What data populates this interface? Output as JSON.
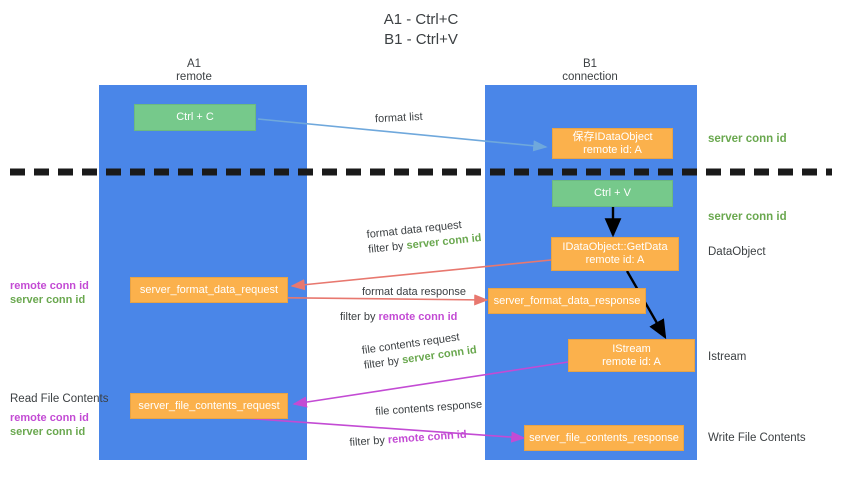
{
  "title": {
    "line1": "A1 - Ctrl+C",
    "line2": "B1 - Ctrl+V"
  },
  "columns": [
    {
      "name": "A1",
      "sub": "remote"
    },
    {
      "name": "B1",
      "sub": "connection"
    }
  ],
  "nodes": {
    "ctrl_c": {
      "label": "Ctrl + C"
    },
    "ctrl_v": {
      "label": "Ctrl + V"
    },
    "save_dataobject": {
      "line1": "保存IDataObject",
      "line2": "remote id: A"
    },
    "getdata": {
      "line1": "IDataObject::GetData",
      "line2": "remote id: A"
    },
    "istream": {
      "line1": "IStream",
      "line2": "remote id: A"
    },
    "server_format_data_request": {
      "label": "server_format_data_request"
    },
    "server_format_data_response": {
      "label": "server_format_data_response"
    },
    "server_file_contents_request": {
      "label": "server_file_contents_request"
    },
    "server_file_contents_response": {
      "label": "server_file_contents_response"
    }
  },
  "right_labels": {
    "server_conn_id_1": "server conn id",
    "server_conn_id_2": "server conn id",
    "dataobject": "DataObject",
    "istream": "Istream",
    "write_file_contents": "Write File Contents"
  },
  "left_labels": {
    "read_file_contents": "Read File Contents",
    "remote_conn_id_1": "remote conn id",
    "server_conn_id_1": "server conn id",
    "remote_conn_id_2": "remote conn id",
    "server_conn_id_2": "server conn id"
  },
  "edge_labels": {
    "format_list": "format list",
    "format_data_request": "format data request",
    "format_data_request_filter_prefix": "filter by ",
    "format_data_request_filter_value": "server conn id",
    "format_data_response": "format data response",
    "format_data_response_filter_prefix": "filter by ",
    "format_data_response_filter_value": "remote conn id",
    "file_contents_request": "file contents request",
    "file_contents_request_filter_prefix": "filter by ",
    "file_contents_request_filter_value": "server conn id",
    "file_contents_response": "file contents response",
    "file_contents_response_filter_prefix": "filter by ",
    "file_contents_response_filter_value": "remote conn id"
  },
  "colors": {
    "lane": "#4a86e8",
    "green_node": "#76c98b",
    "orange_node": "#fbb14c",
    "server_conn_id": "#6aa84f",
    "remote_conn_id": "#c34bd4",
    "arrow_blue": "#6fa8dc",
    "arrow_red": "#e8786f",
    "arrow_magenta": "#c34bd4",
    "arrow_black": "#000000",
    "divider": "#1a1a1a"
  }
}
